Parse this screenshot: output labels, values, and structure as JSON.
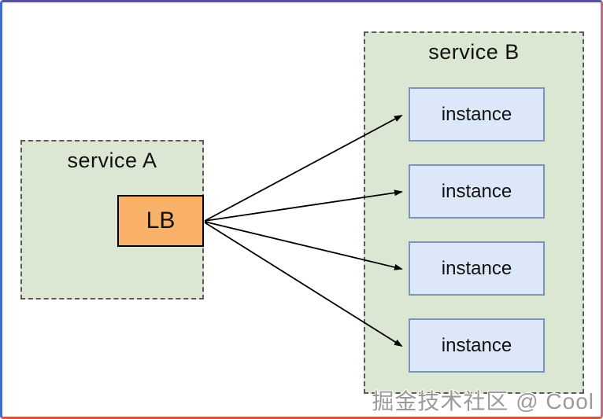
{
  "diagram": {
    "service_a": {
      "title": "service A",
      "lb_label": "LB"
    },
    "service_b": {
      "title": "service B",
      "instances": [
        {
          "label": "instance"
        },
        {
          "label": "instance"
        },
        {
          "label": "instance"
        },
        {
          "label": "instance"
        }
      ]
    },
    "connections": {
      "description": "load balancer fans out to four instances",
      "from": "LB",
      "to_count": 4
    },
    "watermark": "掘金技术社区 @ Cool",
    "colors": {
      "group_fill": "#dbe7d2",
      "group_border": "#5b5b5b",
      "lb_fill": "#f9b16a",
      "lb_border": "#000000",
      "instance_fill": "#dce8fa",
      "instance_border": "#7b93bd",
      "arrow": "#000000",
      "frame_top": "#57519b",
      "frame_left": "#3f6ad0",
      "frame_right": "#bf6c80",
      "frame_bottom": "#cf5a3b",
      "watermark_text": "#9a9a9a"
    }
  }
}
